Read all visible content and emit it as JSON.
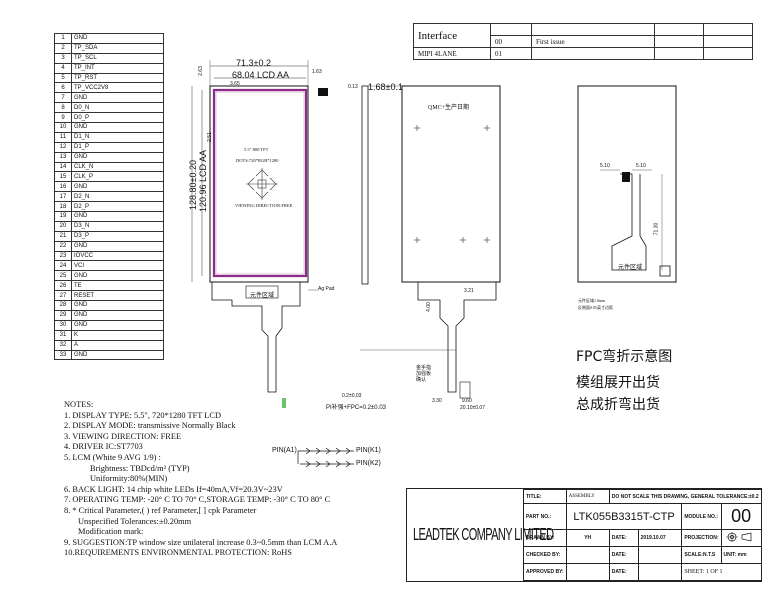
{
  "pins": [
    {
      "no": "1",
      "name": "GND"
    },
    {
      "no": "2",
      "name": "TP_SDA"
    },
    {
      "no": "3",
      "name": "TP_SCL"
    },
    {
      "no": "4",
      "name": "TP_INT"
    },
    {
      "no": "5",
      "name": "TP_RST"
    },
    {
      "no": "6",
      "name": "TP_VCC2V8"
    },
    {
      "no": "7",
      "name": "GND"
    },
    {
      "no": "8",
      "name": "D0_N"
    },
    {
      "no": "9",
      "name": "D0_P"
    },
    {
      "no": "10",
      "name": "GND"
    },
    {
      "no": "11",
      "name": "D1_N"
    },
    {
      "no": "12",
      "name": "D1_P"
    },
    {
      "no": "13",
      "name": "GND"
    },
    {
      "no": "14",
      "name": "CLK_N"
    },
    {
      "no": "15",
      "name": "CLK_P"
    },
    {
      "no": "16",
      "name": "GND"
    },
    {
      "no": "17",
      "name": "D2_N"
    },
    {
      "no": "18",
      "name": "D2_P"
    },
    {
      "no": "19",
      "name": "GND"
    },
    {
      "no": "20",
      "name": "D3_N"
    },
    {
      "no": "21",
      "name": "D3_P"
    },
    {
      "no": "22",
      "name": "GND"
    },
    {
      "no": "23",
      "name": "IOVCC"
    },
    {
      "no": "24",
      "name": "VCI"
    },
    {
      "no": "25",
      "name": "GND"
    },
    {
      "no": "26",
      "name": "TE"
    },
    {
      "no": "27",
      "name": "RESET"
    },
    {
      "no": "28",
      "name": "GND"
    },
    {
      "no": "29",
      "name": "GND"
    },
    {
      "no": "30",
      "name": "GND"
    },
    {
      "no": "31",
      "name": "K"
    },
    {
      "no": "32",
      "name": "A"
    },
    {
      "no": "33",
      "name": "GND"
    }
  ],
  "revision": {
    "interface_label": "Interface",
    "interface_value": "MIPI 4LANE",
    "rows": [
      {
        "rev": "00",
        "desc": "First issue"
      },
      {
        "rev": "01",
        "desc": ""
      }
    ]
  },
  "front_view": {
    "width_dim": "71.3±0.2",
    "aa_width_dim": "68.04 LCD AA",
    "aa_height_dim": "120.96 LCD AA",
    "height_dim": "128.80±0.20",
    "left_offset": "2.63",
    "top_offset": "3.65",
    "right_dim": "1.63",
    "side_dim": "2.51",
    "panel_line1": "5.5\" 800 TFT",
    "panel_line2": "DOTS:720*RGB*1280",
    "panel_line3": "VIEWING DIRECTION:FREE",
    "stiffener_label": "元件区域",
    "ag_pad_label": "Ag Pad",
    "thickness_dim": "1.68±0.1",
    "thickness_small": "0.13"
  },
  "back_view": {
    "qmc_label": "QMC+生产日期",
    "fpc_dim1": "3.21",
    "fpc_dim2": "4.00",
    "fpc_dim3": "9.60",
    "fpc_dim4": "20.10±0.07",
    "fpc_dim5": "3.30",
    "stiffener_label": "元件区域",
    "gold_finger_note": "金手指\n加强板\n确认",
    "pi_note": "PI补强+FPC=0.2±0.03",
    "pi_dim": "0.2±0.03"
  },
  "bend_view": {
    "dim_a": "5.10",
    "dim_b": "5.10",
    "dim_c": "71.30",
    "stiffener_label": "元件区域",
    "note1": "元件区域1.0mm",
    "note2": "反侧面0.05英寸边距",
    "title": "FPC弯折示意图",
    "line2": "模组展开出货",
    "line3": "总成折弯出货"
  },
  "pin_legend": {
    "a1": "PIN(A1)",
    "k1": "PIN(K1)",
    "k2": "PIN(K2)"
  },
  "notes": {
    "heading": "NOTES:",
    "n1": "1. DISPLAY TYPE: 5.5\", 720*1280 TFT LCD",
    "n2": "2. DISPLAY MODE: transmissive Normally Black",
    "n3": "3. VIEWING DIRECTION:   FREE",
    "n4": "4. DRIVER IC:ST7703",
    "n5": "5. LCM (White 9 AVG 1/9) :",
    "n5a": "Brightness: TBDcd/m² (TYP)",
    "n5b": "Uniformity:80%(MIN)",
    "n6": "6. BACK LIGHT: 14 chip white LEDs If=40mA,Vf=20.3V~23V",
    "n7": "7. OPERATING TEMP: -20° C TO 70° C,STORAGE TEMP: -30° C TO 80° C",
    "n8": "8. * Critical Parameter,( ) ref Parameter,[ ] cpk Parameter",
    "n8a": "Unspecified Tolerances:±0.20mm",
    "n8b": "Modification mark:",
    "n9": "9. SUGGESTION:TP window size unilateral increase 0.3~0.5mm than LCM A.A",
    "n10": "10.REQUIREMENTS ENVIRONMENTAL PROTECTION: RoHS"
  },
  "title_block": {
    "company": "LEADTEK COMPANY LIMITED",
    "title_label": "TITLE:",
    "title_value": "ASSEMBLY",
    "scale_note": "DO NOT SCALE THIS DRAWING, GENERAL TOLERANCE:±0.2",
    "part_label": "PART NO.:",
    "part_value": "LTK055B3315T-CTP",
    "module_label": "MODULE NO.:",
    "module_value": "00",
    "drawn_label": "DRAWN BY:",
    "drawn_value": "YH",
    "date_label": "DATE:",
    "date_value": "2019.10.07",
    "projection_label": "PROJECTION:",
    "checked_label": "CHECKED BY:",
    "checked_date_label": "DATE:",
    "scale_label": "SCALE:N.T.S",
    "unit_label": "UNIT: mm",
    "approved_label": "APPROVED BY:",
    "approved_date_label": "DATE:",
    "sheet_label": "SHEET:  1  OF  1"
  }
}
